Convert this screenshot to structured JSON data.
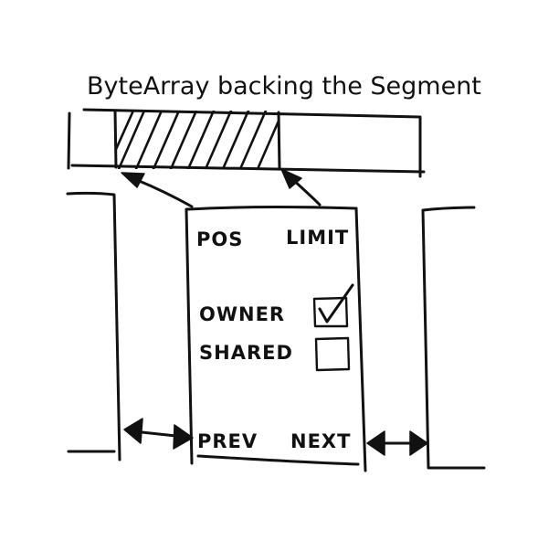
{
  "diagram": {
    "title": "ByteArray backing the Segment",
    "fields": {
      "pos": "POS",
      "limit": "LIMIT",
      "owner": "OWNER",
      "shared": "SHARED",
      "prev": "PREV",
      "next": "NEXT"
    },
    "flags": {
      "owner_checked": true,
      "shared_checked": false
    }
  }
}
